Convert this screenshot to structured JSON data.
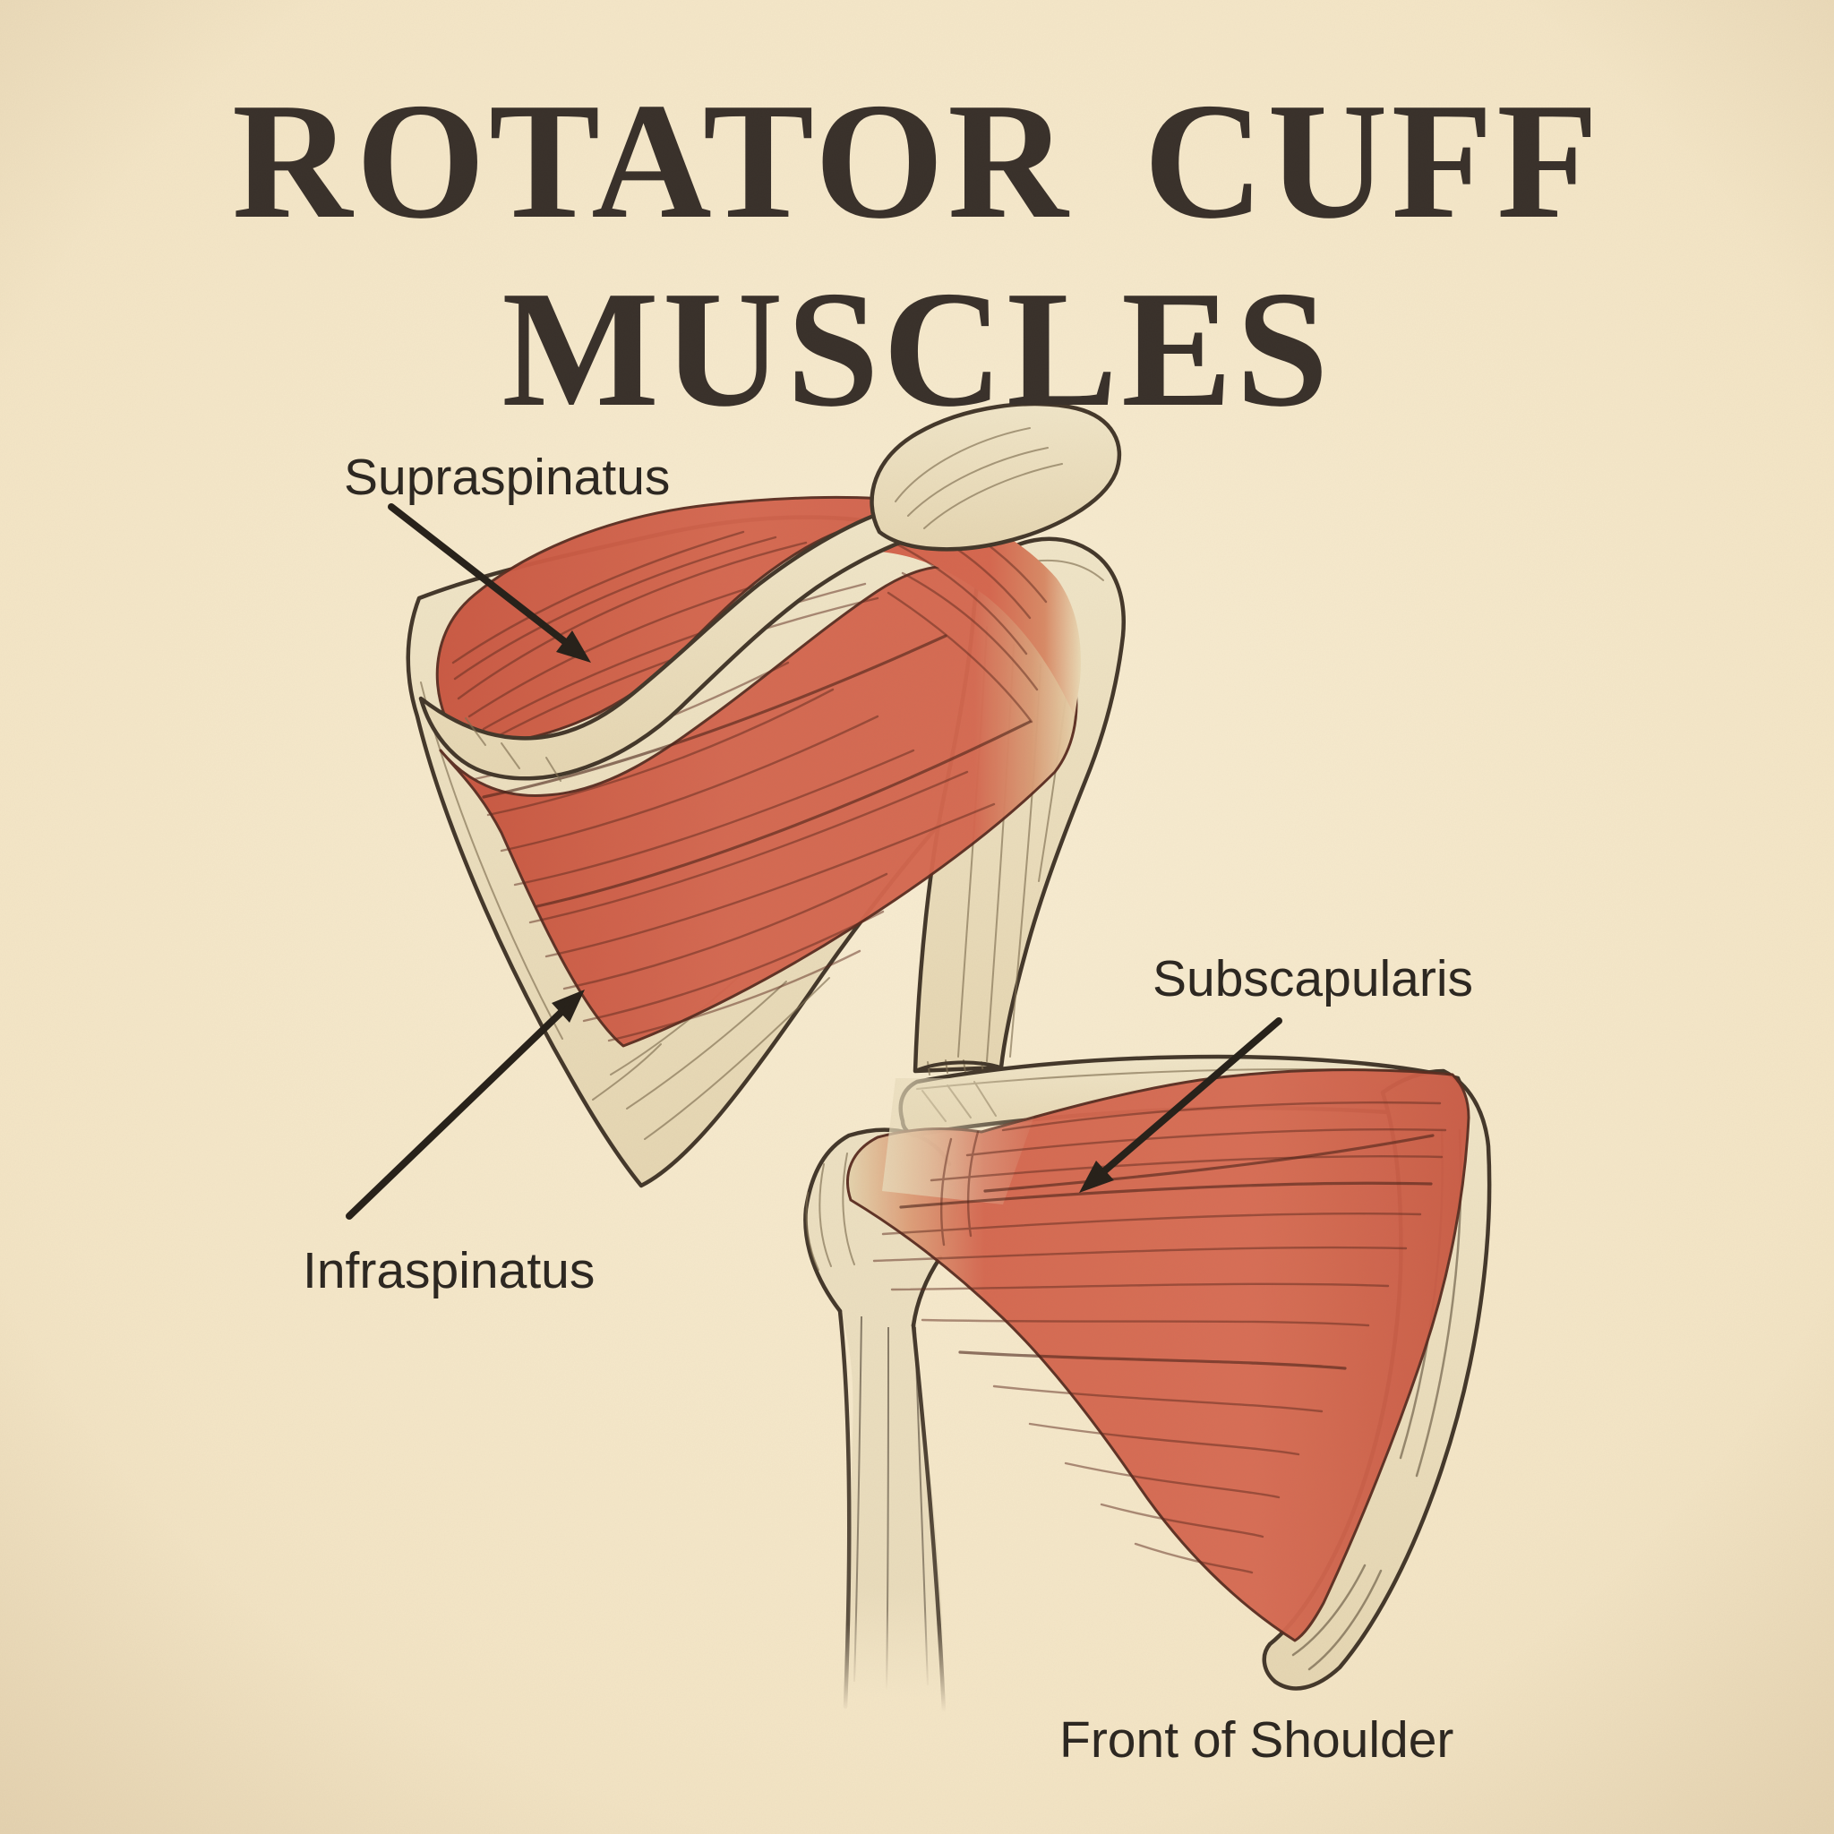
{
  "poster": {
    "title_line1": "ROTATOR CUFF",
    "title_line2": "MUSCLES",
    "labels": {
      "supraspinatus": "Supraspinatus",
      "infraspinatus": "Infraspinatus",
      "subscapularis": "Subscapularis"
    },
    "caption": "Front of Shoulder",
    "colors": {
      "background": "#f4e5c6",
      "muscle": "#d4654e",
      "muscle_dark": "#b44b38",
      "muscle_fiber": "#5e2a1d",
      "bone": "#ece0c2",
      "bone_hatch": "#7f6f52",
      "outline_ink": "#43372a",
      "annotation_ink": "#262019",
      "text": "#2b2620",
      "title": "#38302a"
    }
  }
}
